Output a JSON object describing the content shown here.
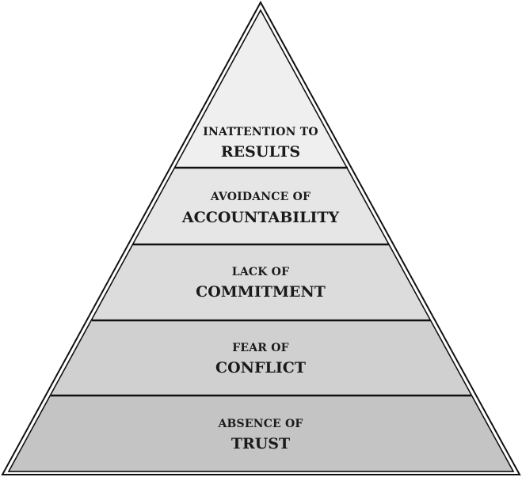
{
  "colors": {
    "outline": "#111111",
    "tier_fills": [
      "#efefef",
      "#e6e6e6",
      "#dcdcdc",
      "#d0d0d0",
      "#c4c4c4"
    ]
  },
  "tiers": [
    {
      "line1": "INATTENTION TO",
      "line2": "RESULTS"
    },
    {
      "line1": "AVOIDANCE OF",
      "line2": "ACCOUNTABILITY"
    },
    {
      "line1": "LACK OF",
      "line2": "COMMITMENT"
    },
    {
      "line1": "FEAR OF",
      "line2": "CONFLICT"
    },
    {
      "line1": "ABSENCE OF",
      "line2": "TRUST"
    }
  ]
}
